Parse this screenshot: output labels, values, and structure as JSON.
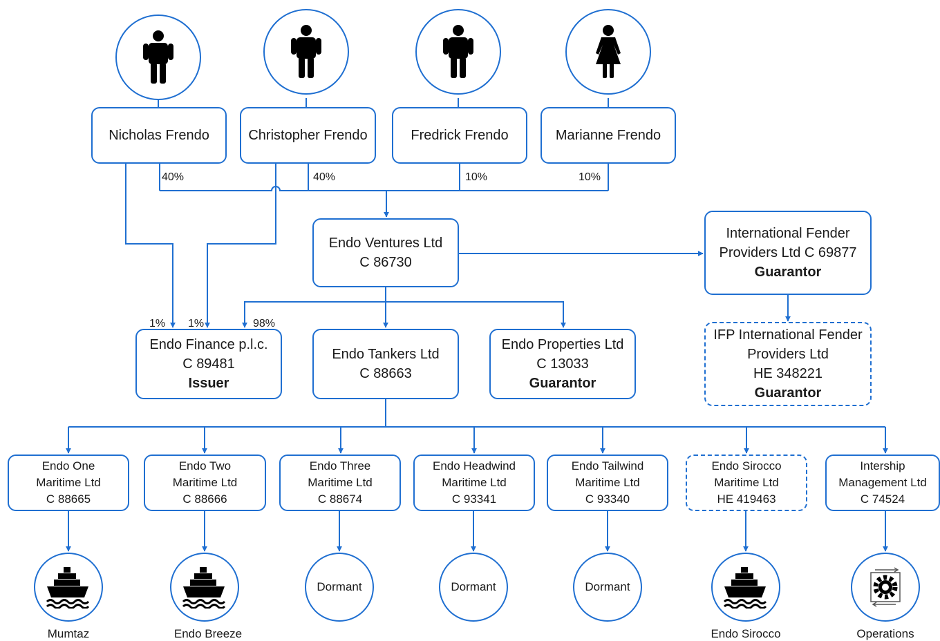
{
  "colors": {
    "accent": "#1f6fd1",
    "icon": "#000000",
    "text": "#1a1a1a"
  },
  "shareholders": [
    {
      "name": "Nicholas Frendo",
      "icon": "man-icon",
      "share": "40%"
    },
    {
      "name": "Christopher Frendo",
      "icon": "man-icon",
      "share": "40%"
    },
    {
      "name": "Fredrick Frendo",
      "icon": "man-icon",
      "share": "10%"
    },
    {
      "name": "Marianne Frendo",
      "icon": "woman-icon",
      "share": "10%"
    }
  ],
  "ventures": {
    "line1": "Endo Ventures Ltd",
    "line2": "C 86730"
  },
  "ifp": {
    "line1": "International Fender",
    "line2": "Providers Ltd C 69877",
    "role": "Guarantor"
  },
  "ifp_intl": {
    "line1": "IFP International Fender",
    "line2": "Providers Ltd",
    "line3": "HE 348221",
    "role": "Guarantor"
  },
  "finance": {
    "line1": "Endo Finance p.l.c.",
    "line2": "C 89481",
    "role": "Issuer",
    "share_nicholas": "1%",
    "share_christopher": "1%",
    "share_ventures": "98%"
  },
  "tankers": {
    "line1": "Endo Tankers Ltd",
    "line2": "C 88663"
  },
  "properties": {
    "line1": "Endo Properties Ltd",
    "line2": "C 13033",
    "role": "Guarantor"
  },
  "subsidiaries": [
    {
      "line1": "Endo One",
      "line2": "Maritime Ltd",
      "line3": "C 88665",
      "asset": "ship-icon",
      "caption": "Mumtaz"
    },
    {
      "line1": "Endo Two",
      "line2": "Maritime Ltd",
      "line3": "C 88666",
      "asset": "ship-icon",
      "caption": "Endo Breeze"
    },
    {
      "line1": "Endo Three",
      "line2": "Maritime Ltd",
      "line3": "C 88674",
      "asset_text": "Dormant"
    },
    {
      "line1": "Endo Headwind",
      "line2": "Maritime Ltd",
      "line3": "C 93341",
      "asset_text": "Dormant"
    },
    {
      "line1": "Endo Tailwind",
      "line2": "Maritime Ltd",
      "line3": "C 93340",
      "asset_text": "Dormant"
    },
    {
      "line1": "Endo Sirocco",
      "line2": "Maritime Ltd",
      "line3": "HE 419463",
      "asset": "ship-icon",
      "caption": "Endo Sirocco"
    },
    {
      "line1": "Intership",
      "line2": "Management Ltd",
      "line3": "C 74524",
      "asset": "operations-icon",
      "caption": "Operations"
    }
  ]
}
